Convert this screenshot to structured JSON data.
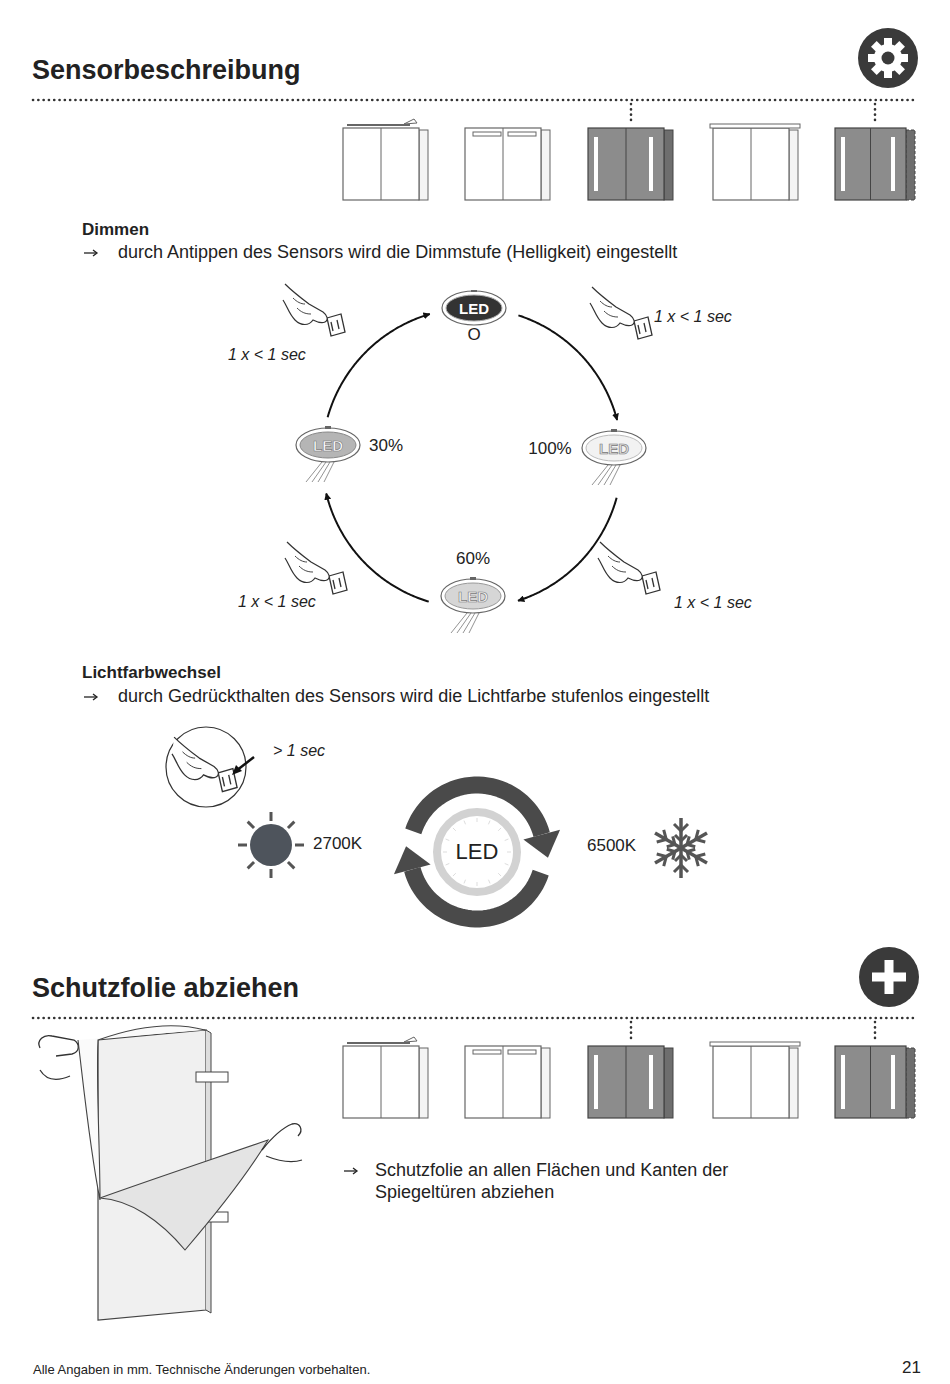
{
  "diagram": {
    "title": "Sensorbeschreibung",
    "nodes": [
      {
        "text": [
          "LED",
          "O"
        ]
      },
      {
        "text": [
          "LED",
          "30%"
        ]
      },
      {
        "text": [
          "LED",
          "100%"
        ]
      },
      {
        "text": [
          "LED",
          "60%"
        ]
      },
      {
        "text": [
          "LED"
        ]
      }
    ],
    "edges": [
      {
        "from": 0,
        "to": 2,
        "arrow": "to",
        "label": "1 x < 1 sec"
      },
      {
        "from": 2,
        "to": 3,
        "arrow": "to",
        "label": "1 x < 1 sec"
      },
      {
        "from": 3,
        "to": 1,
        "arrow": "to",
        "label": "1 x < 1 sec"
      },
      {
        "from": 1,
        "to": 0,
        "arrow": "to",
        "label": "1 x < 1 sec"
      }
    ],
    "labels": [
      "Dimmen",
      "durch Antippen des Sensors wird die Dimmstufe (Helligkeit) eingestellt",
      "Lichtfarbwechsel",
      "durch Gedrückthalten des Sensors wird die Lichtfarbe stufenlos eingestellt",
      "> 1 sec",
      "2700K",
      "6500K",
      "Schutzfolie abziehen",
      "Schutzfolie an allen Flächen und Kanten der Spiegeltüren abziehen",
      "Alle Angaben in mm. Technische Änderungen vorbehalten.",
      "21"
    ]
  }
}
